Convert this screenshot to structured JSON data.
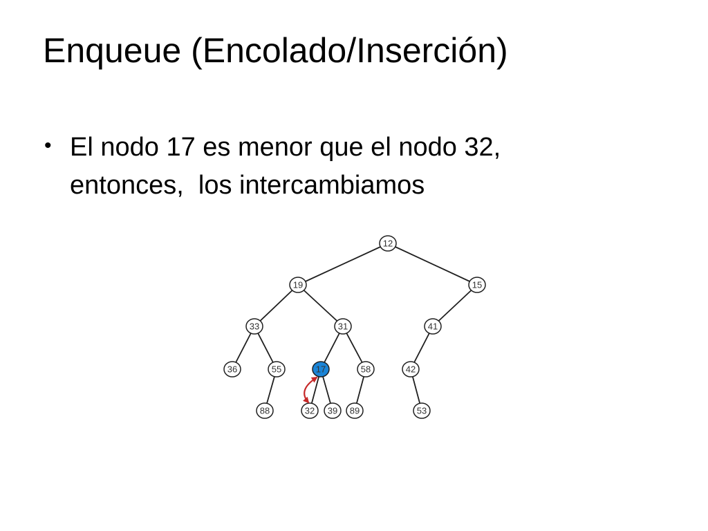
{
  "slide": {
    "title": "Enqueue (Encolado/Inserción)",
    "bullet": {
      "symbol": "•",
      "lines": [
        "El nodo 17 es menor que el nodo 32,",
        "entonces,  los intercambiamos"
      ]
    }
  },
  "heap": {
    "colors": {
      "highlight_fill": "#1b84d6",
      "node_fill": "#ffffff",
      "swap_arrow": "#c62828"
    },
    "tree": {
      "value": "12",
      "children": [
        {
          "value": "19",
          "children": [
            {
              "value": "33",
              "children": [
                {
                  "value": "36",
                  "children": []
                },
                {
                  "value": "55",
                  "children": [
                    {
                      "value": "88",
                      "children": []
                    }
                  ]
                }
              ]
            },
            {
              "value": "31",
              "children": [
                {
                  "value": "17",
                  "highlighted": true,
                  "children": [
                    {
                      "value": "32",
                      "swap_with_parent": true,
                      "children": []
                    },
                    {
                      "value": "39",
                      "children": []
                    }
                  ]
                },
                {
                  "value": "58",
                  "children": [
                    {
                      "value": "89",
                      "children": []
                    }
                  ]
                }
              ]
            }
          ]
        },
        {
          "value": "15",
          "children": [
            {
              "value": "41",
              "children": [
                {
                  "value": "42",
                  "children": [
                    {
                      "value": "53",
                      "children": []
                    }
                  ]
                }
              ]
            }
          ]
        }
      ]
    }
  }
}
